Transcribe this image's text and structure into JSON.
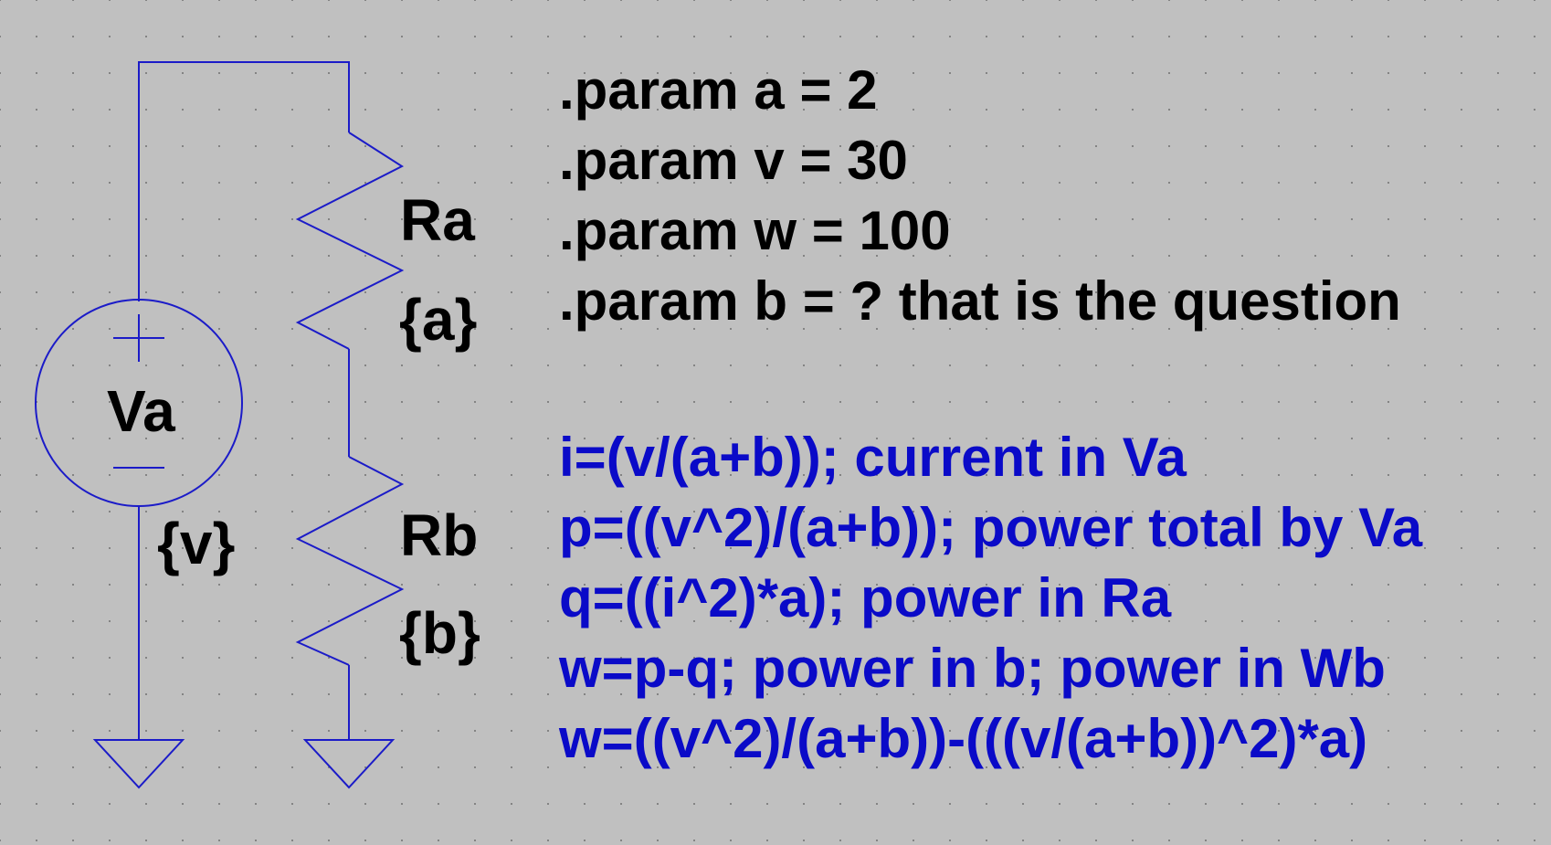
{
  "colors": {
    "background": "#c0c0c0",
    "grid_dot": "#7a7a7a",
    "wire": "#1b1bc8",
    "component_text": "#000000",
    "directive_text": "#000000",
    "comment_text": "#0a0ac8"
  },
  "components": {
    "source": {
      "name": "Va",
      "value": "{v}"
    },
    "resistor_top": {
      "name": "Ra",
      "value": "{a}"
    },
    "resistor_bottom": {
      "name": "Rb",
      "value": "{b}"
    }
  },
  "directives": [
    ".param a = 2",
    ".param v = 30",
    ".param w = 100",
    ".param b = ? that is the question"
  ],
  "equations": [
    "i=(v/(a+b)); current in Va",
    "p=((v^2)/(a+b)); power total by Va",
    "q=((i^2)*a); power in Ra",
    "w=p-q; power in b; power in Wb",
    "w=((v^2)/(a+b))-(((v/(a+b))^2)*a)"
  ]
}
